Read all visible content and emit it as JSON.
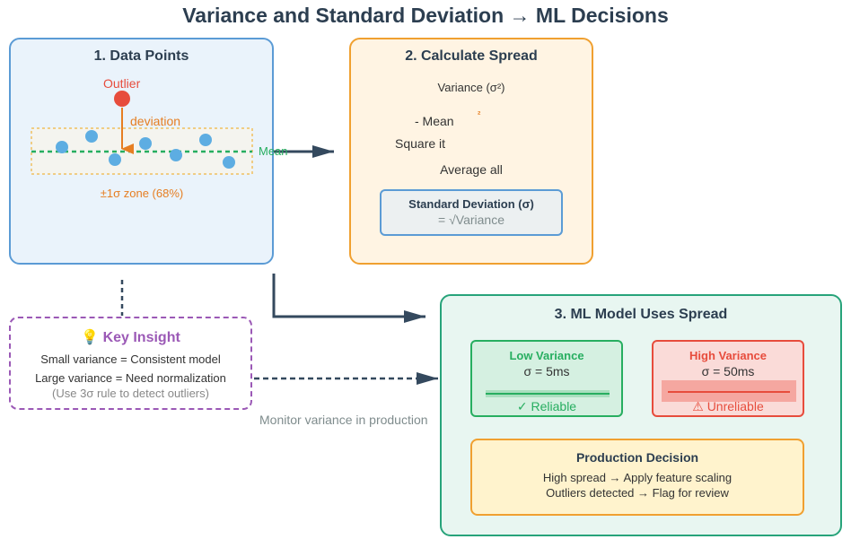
{
  "title": "Variance and Standard Deviation → ML Decisions",
  "panel1": {
    "heading": "1. Data Points",
    "outlier_label": "Outlier",
    "deviation_label": "deviation",
    "mean_label": "Mean",
    "zone_label": "±1σ zone (68%)",
    "colors": {
      "points": "#5dade2",
      "outlier": "#e74c3c",
      "mean": "#27ae60",
      "zone": "#f0a030"
    }
  },
  "panel2": {
    "heading": "2. Calculate Spread",
    "variance_label": "Variance (σ²)",
    "minus_mean": "- Mean",
    "squared_mark": "²",
    "square_it": "Square it",
    "average_all": "Average all",
    "std_title": "Standard Deviation (σ)",
    "std_formula": "= √Variance"
  },
  "panel3": {
    "heading": "3. ML Model Uses Spread",
    "low": {
      "title": "Low Variance",
      "value": "σ = 5ms",
      "status": "✓ Reliable"
    },
    "high": {
      "title": "High Variance",
      "value": "σ = 50ms",
      "status": "⚠ Unreliable"
    },
    "decision": {
      "title": "Production Decision",
      "line1": "High spread → Apply feature scaling",
      "line2": "Outliers detected → Flag for review"
    }
  },
  "insight": {
    "icon": "lightbulb-icon",
    "title": "Key Insight",
    "line1": "Small variance = Consistent model",
    "line2": "Large variance = Need normalization",
    "line3": "(Use 3σ rule to detect outliers)"
  },
  "monitor_label": "Monitor variance in production"
}
